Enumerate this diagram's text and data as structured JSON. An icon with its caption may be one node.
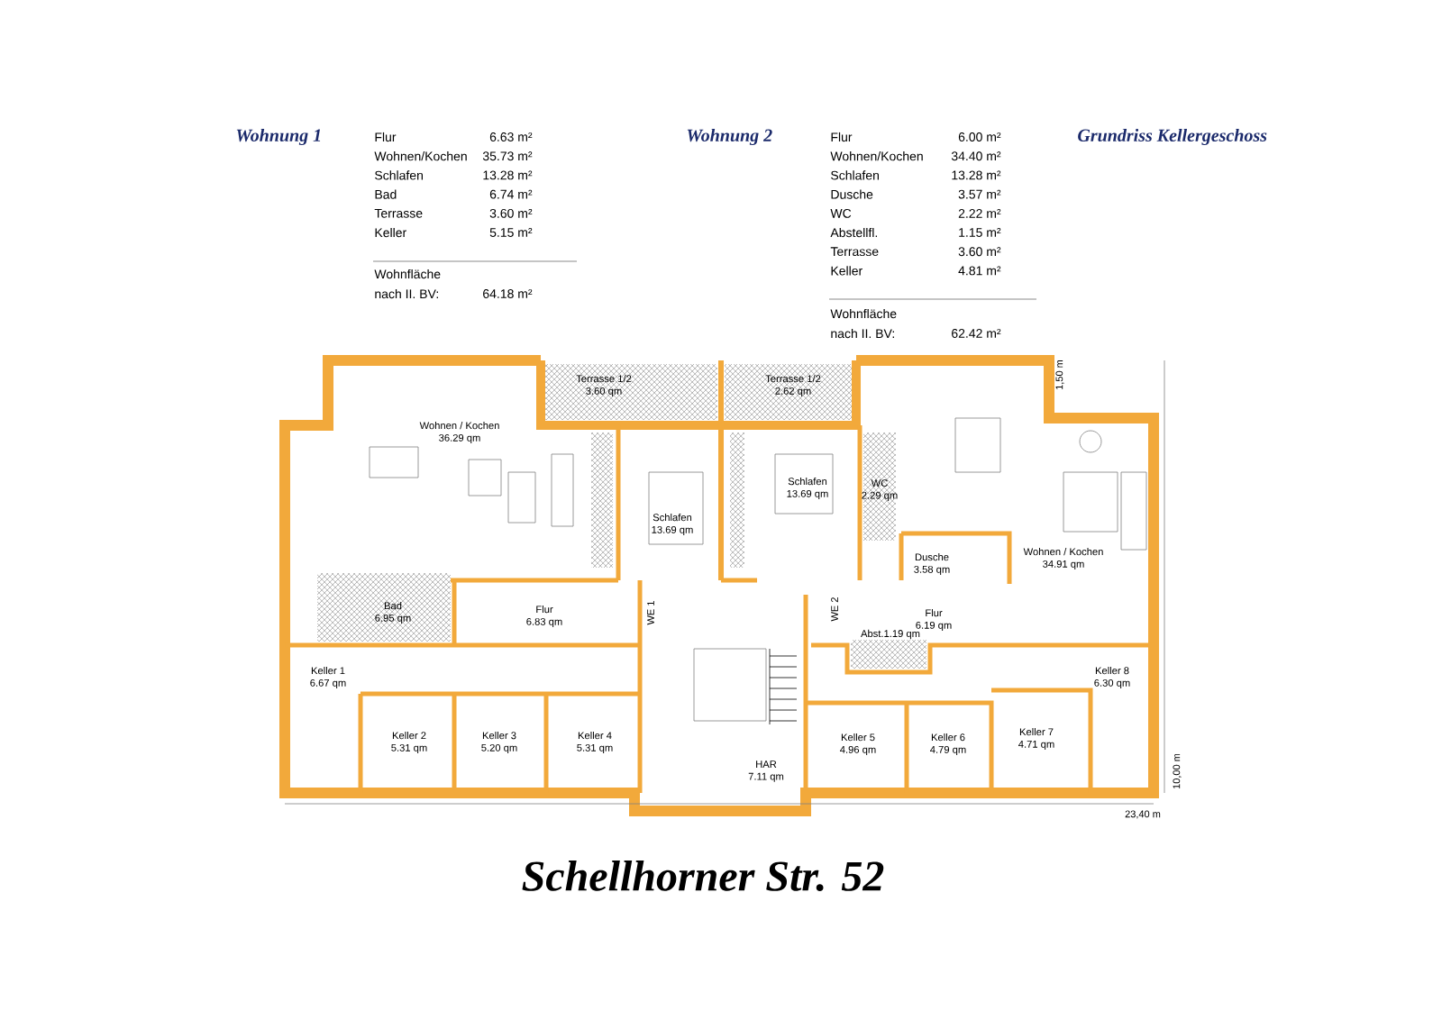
{
  "diagram": {
    "title": "Schellhorner Str. 52",
    "nodes": [
      {
        "text": [
          "Wohnen / Kochen",
          "36.29 qm"
        ]
      },
      {
        "text": [
          "Terrasse 1/2",
          "3.60 qm"
        ]
      },
      {
        "text": [
          "Terrasse 1/2",
          "2.62 qm"
        ]
      },
      {
        "text": [
          "Schlafen",
          "13.69 qm"
        ]
      },
      {
        "text": [
          "Schlafen",
          "13.69 qm"
        ]
      },
      {
        "text": [
          "WC",
          "2.29 qm"
        ]
      },
      {
        "text": [
          "Dusche",
          "3.58 qm"
        ]
      },
      {
        "text": [
          "Wohnen / Kochen",
          "34.91 qm"
        ]
      },
      {
        "text": [
          "Bad",
          "6.95 qm"
        ]
      },
      {
        "text": [
          "Flur",
          "6.83 qm"
        ]
      },
      {
        "text": [
          "Flur",
          "6.19 qm"
        ]
      },
      {
        "text": [
          "Abst.1.19 qm"
        ]
      },
      {
        "text": [
          "Keller 1",
          "6.67 qm"
        ]
      },
      {
        "text": [
          "Keller 2",
          "5.31 qm"
        ]
      },
      {
        "text": [
          "Keller 3",
          "5.20 qm"
        ]
      },
      {
        "text": [
          "Keller 4",
          "5.31 qm"
        ]
      },
      {
        "text": [
          "HAR",
          "7.11 qm"
        ]
      },
      {
        "text": [
          "Keller 5",
          "4.96 qm"
        ]
      },
      {
        "text": [
          "Keller 6",
          "4.79 qm"
        ]
      },
      {
        "text": [
          "Keller 7",
          "4.71 qm"
        ]
      },
      {
        "text": [
          "Keller 8",
          "6.30 qm"
        ]
      }
    ],
    "labels": [
      "Wohnung 1",
      "Flur",
      "6.63 m²",
      "Wohnen/Kochen",
      "35.73 m²",
      "Schlafen",
      "13.28 m²",
      "Bad",
      "6.74 m²",
      "Terrasse",
      "3.60 m²",
      "Keller",
      "5.15 m²",
      "Wohnfläche",
      "nach II. BV:",
      "64.18 m²",
      "Wohnung 2",
      "Flur",
      "6.00 m²",
      "Wohnen/Kochen",
      "34.40 m²",
      "Schlafen",
      "13.28 m²",
      "Dusche",
      "3.57 m²",
      "WC",
      "2.22 m²",
      "Abstellfl.",
      "1.15 m²",
      "Terrasse",
      "3.60 m²",
      "Keller",
      "4.81 m²",
      "Wohnfläche",
      "nach II. BV:",
      "62.42 m²",
      "Grundriss Kellergeschoss",
      "WE 1",
      "WE 2",
      "1,50 m",
      "10,00 m",
      "23,40 m"
    ]
  }
}
